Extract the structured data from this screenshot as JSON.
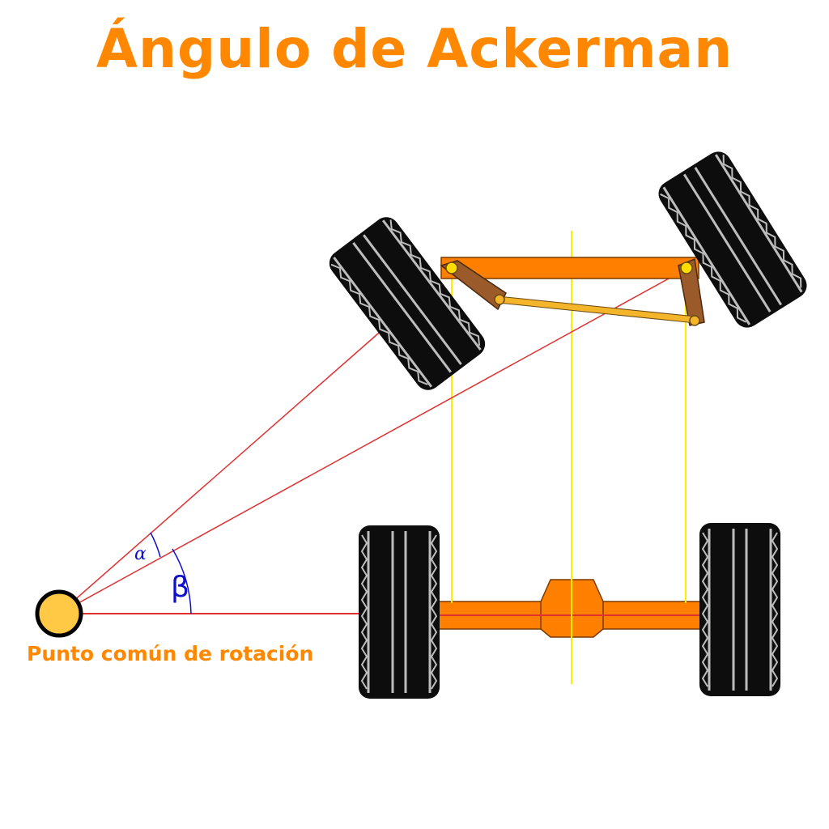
{
  "title": "Ángulo de Ackerman",
  "labels": {
    "alpha": "α",
    "beta": "β",
    "pivot": "Punto común de rotación"
  },
  "colors": {
    "title": "#ff8800",
    "frame": "#ff8000",
    "frame_stroke": "#7a3a00",
    "steering_arm": "#9a5a2a",
    "tie_rod": "#f5b52a",
    "tire": "#0d0d0d",
    "tire_tread": "#bdbdbd",
    "ray": "#e03030",
    "guide": "#ffee00",
    "angle_arc": "#1010cc",
    "pivot_fill": "#ffc845",
    "pivot_label": "#ff8800"
  }
}
